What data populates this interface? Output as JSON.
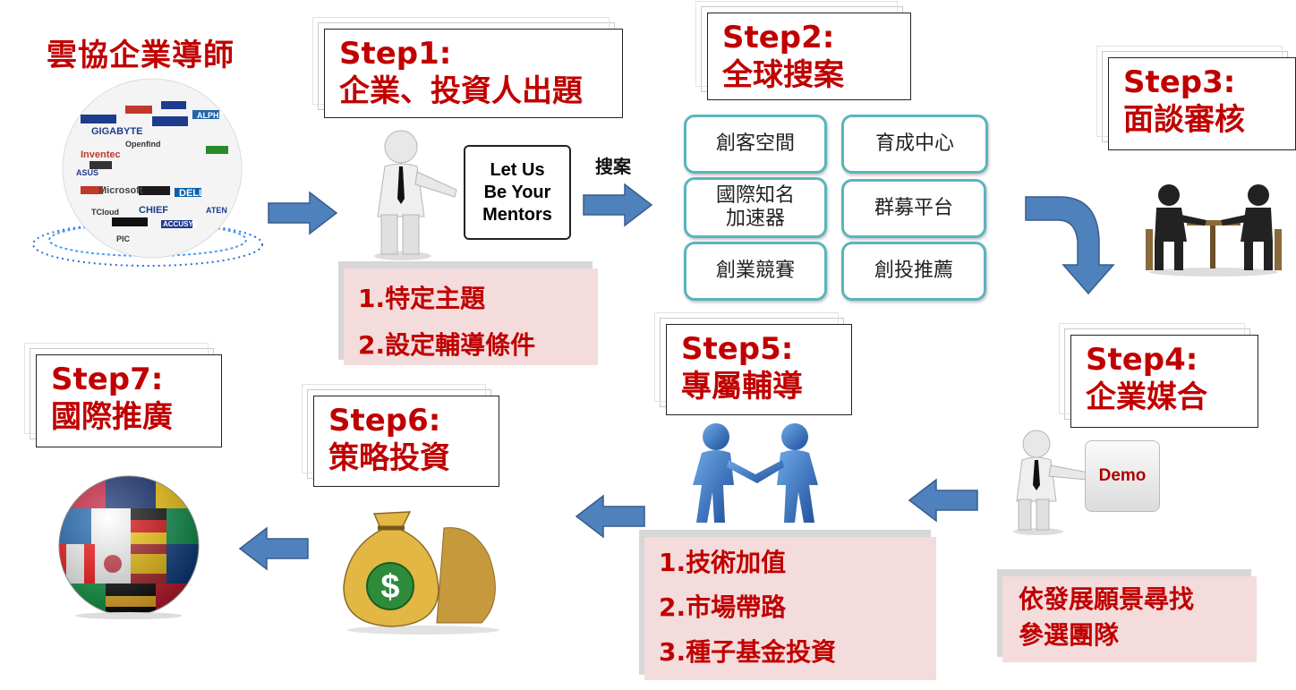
{
  "title": "雲協企業導師",
  "search_label": "搜案",
  "steps": {
    "s1": {
      "line1": "Step1:",
      "line2": "企業、投資人出題"
    },
    "s2": {
      "line1": "Step2:",
      "line2": "全球搜案"
    },
    "s3": {
      "line1": "Step3:",
      "line2": "面談審核"
    },
    "s4": {
      "line1": "Step4:",
      "line2": "企業媒合"
    },
    "s5": {
      "line1": "Step5:",
      "line2": "專屬輔導"
    },
    "s6": {
      "line1": "Step6:",
      "line2": "策略投資"
    },
    "s7": {
      "line1": "Step7:",
      "line2": "國際推廣"
    }
  },
  "step1_list": [
    "1.特定主題",
    "2.設定輔導條件"
  ],
  "step2_sources": [
    "創客空間",
    "育成中心",
    "國際知名\n加速器",
    "群募平台",
    "創業競賽",
    "創投推薦"
  ],
  "step4_note": [
    "依發展願景尋找",
    "參選團隊"
  ],
  "step5_list": [
    "1.技術加值",
    "2.市場帶路",
    "3.種子基金投資"
  ],
  "mentor_sign": [
    "Let Us",
    "Be Your",
    "Mentors"
  ],
  "demo_sign": "Demo",
  "money_symbol": "$",
  "logo_wordmarks": [
    "GIGABYTE",
    "Inventec",
    "Microsoft",
    "DELL",
    "CHIEF",
    "ALPHA",
    "Openfind",
    "ASUS",
    "TCloud",
    "ACCUSYS",
    "PIC",
    "ATEN"
  ],
  "colors": {
    "accent": "#c00000",
    "arrow": "#4f81bd",
    "teal": "#5ab4be",
    "pink": "#f4dcdc"
  }
}
